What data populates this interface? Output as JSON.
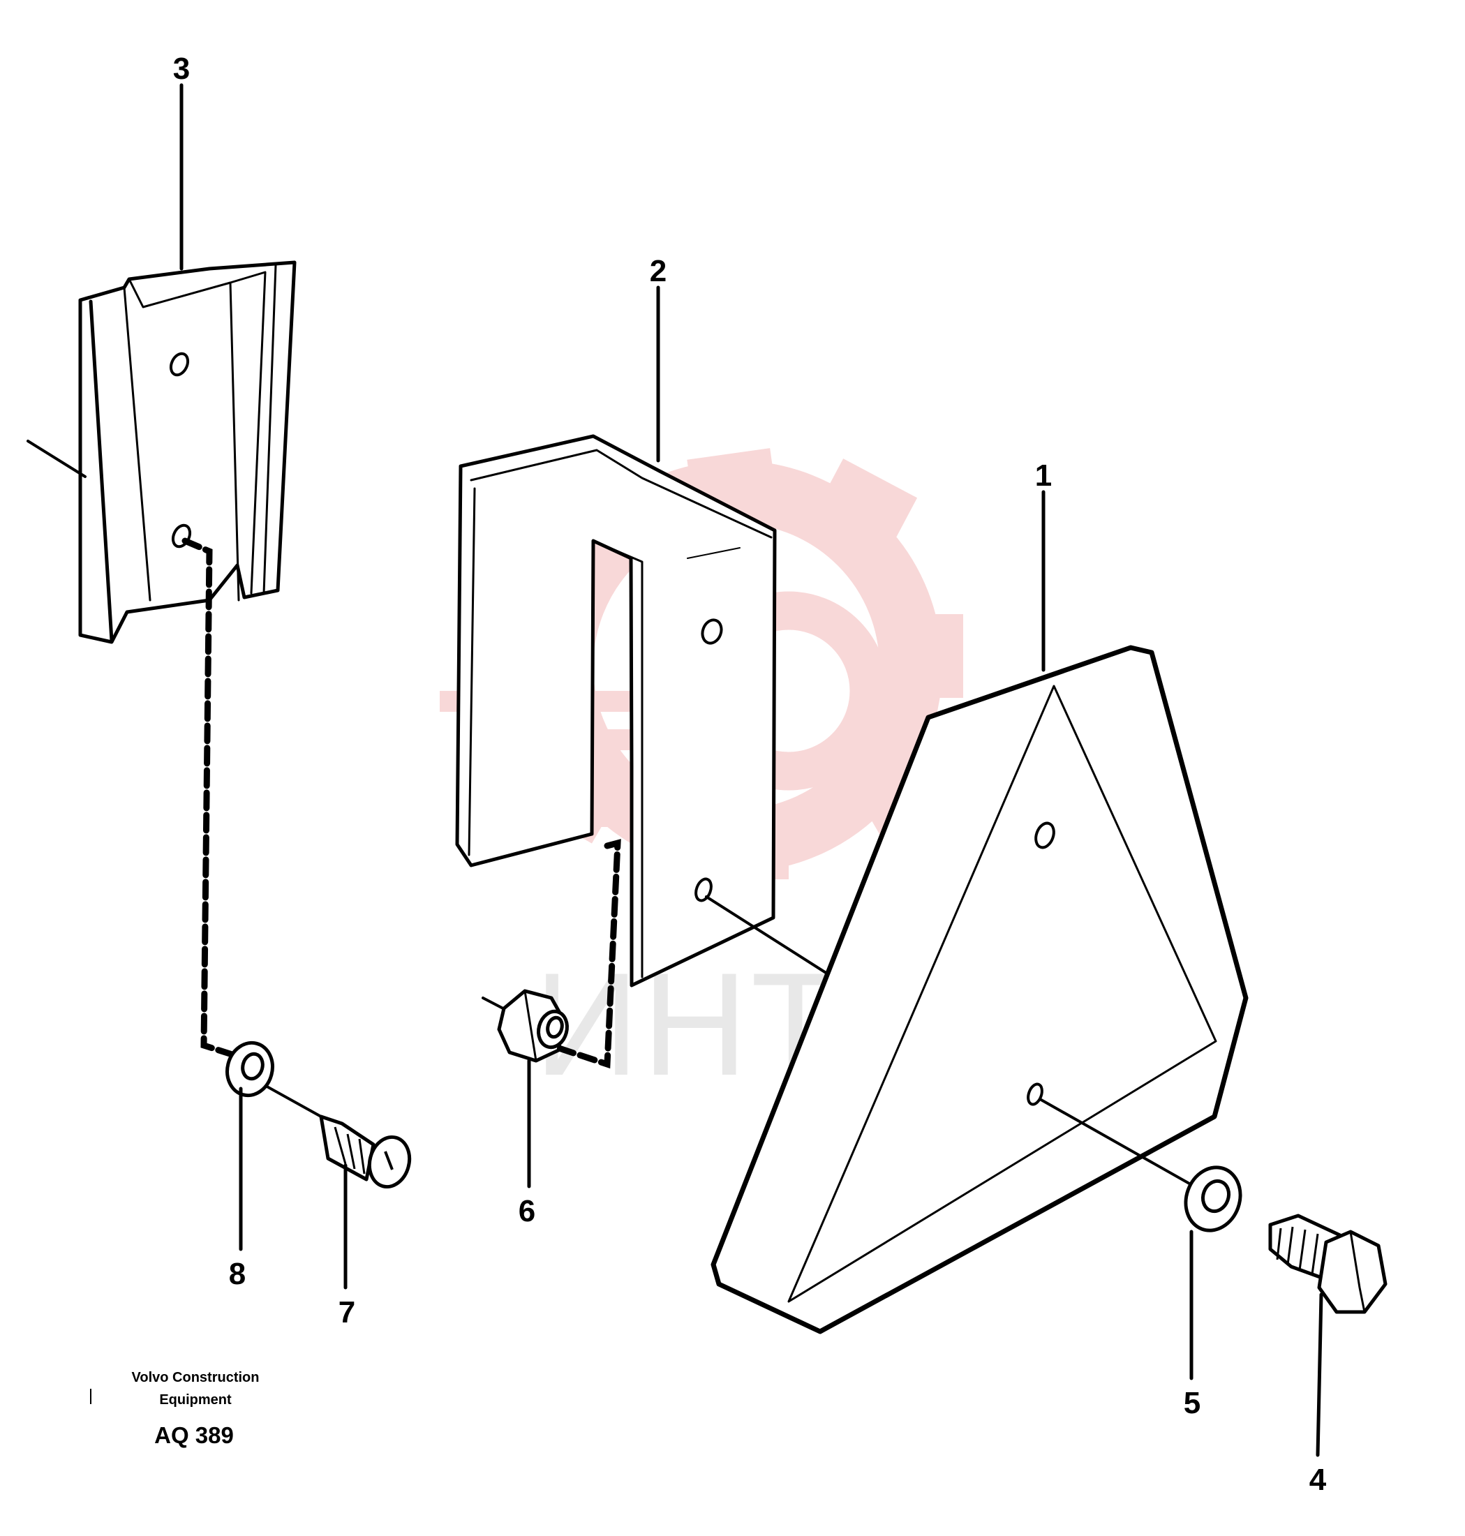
{
  "diagram": {
    "callouts": [
      "1",
      "2",
      "3",
      "4",
      "5",
      "6",
      "7",
      "8"
    ],
    "caption": {
      "line1": "Volvo Construction",
      "line2": "Equipment",
      "code": "AQ 389"
    },
    "watermark": {
      "text": "ИНТЕХ",
      "color": "#f8d8d8"
    }
  }
}
